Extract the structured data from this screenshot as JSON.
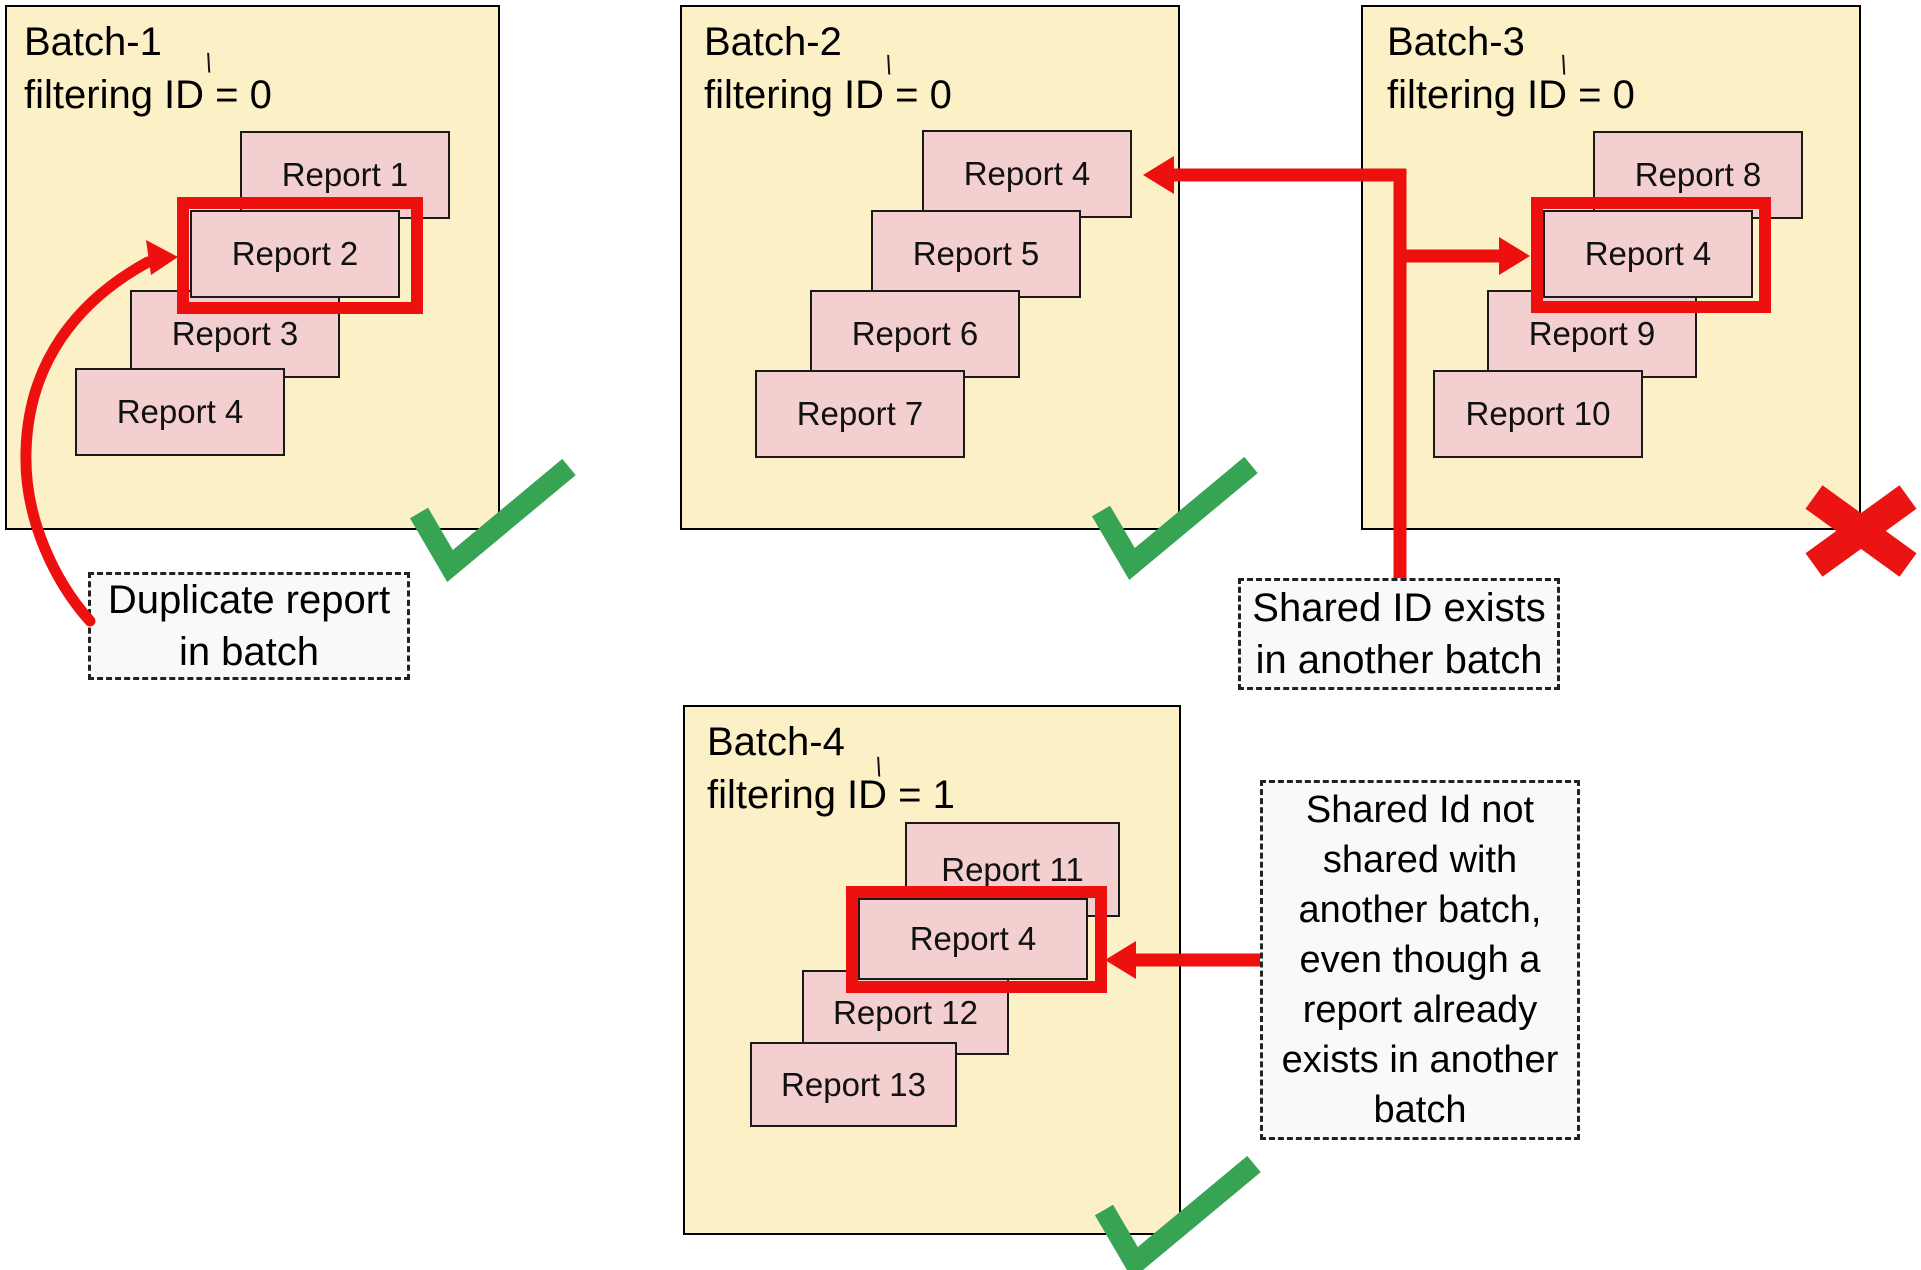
{
  "batches": [
    {
      "title": "Batch-1",
      "subtitle": "filtering ID = 0",
      "reports": [
        "Report 1",
        "Report 2",
        "Report 3",
        "Report 4"
      ],
      "highlighted_report": "Report 2",
      "status": "valid"
    },
    {
      "title": "Batch-2",
      "subtitle": "filtering ID = 0",
      "reports": [
        "Report 4",
        "Report 5",
        "Report 6",
        "Report 7"
      ],
      "highlighted_report": null,
      "status": "valid"
    },
    {
      "title": "Batch-3",
      "subtitle": "filtering ID = 0",
      "reports": [
        "Report 8",
        "Report 4",
        "Report 9",
        "Report 10"
      ],
      "highlighted_report": "Report 4",
      "status": "invalid"
    },
    {
      "title": "Batch-4",
      "subtitle": "filtering ID = 1",
      "reports": [
        "Report 11",
        "Report 4",
        "Report 12",
        "Report 13"
      ],
      "highlighted_report": "Report 4",
      "status": "valid"
    }
  ],
  "annotations": {
    "duplicate_report": "Duplicate report\nin batch",
    "shared_id_exists": "Shared ID exists\nin another batch",
    "shared_id_not_shared": "Shared Id not\nshared with\nanother batch,\neven though a\nreport already\nexists in another\nbatch"
  },
  "marks": {
    "stray_tick": "\\"
  },
  "colors": {
    "batch_fill": "#FCF0C7",
    "report_fill": "#F3CFCF",
    "highlight_red": "#EE0F0F",
    "check_green": "#36A452",
    "cross_red": "#EC1313",
    "note_fill": "#F7F9FA"
  }
}
